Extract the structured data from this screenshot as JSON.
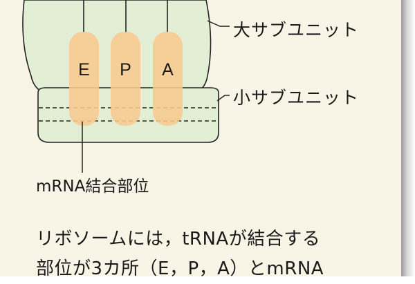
{
  "labels": {
    "large_subunit": "大サブユニット",
    "small_subunit": "小サブユニット",
    "mrna_binding_site": "mRNA結合部位"
  },
  "sites": [
    "E",
    "P",
    "A"
  ],
  "caption": {
    "line1": "リボソームには，tRNAが結合する",
    "line2": "部位が3カ所（E，P，A）とmRNA"
  },
  "colors": {
    "panel_background": "#f8f4e6",
    "subunit_fill": "#e3efd4",
    "site_fill": "#f8c98e",
    "outline": "#222222"
  }
}
